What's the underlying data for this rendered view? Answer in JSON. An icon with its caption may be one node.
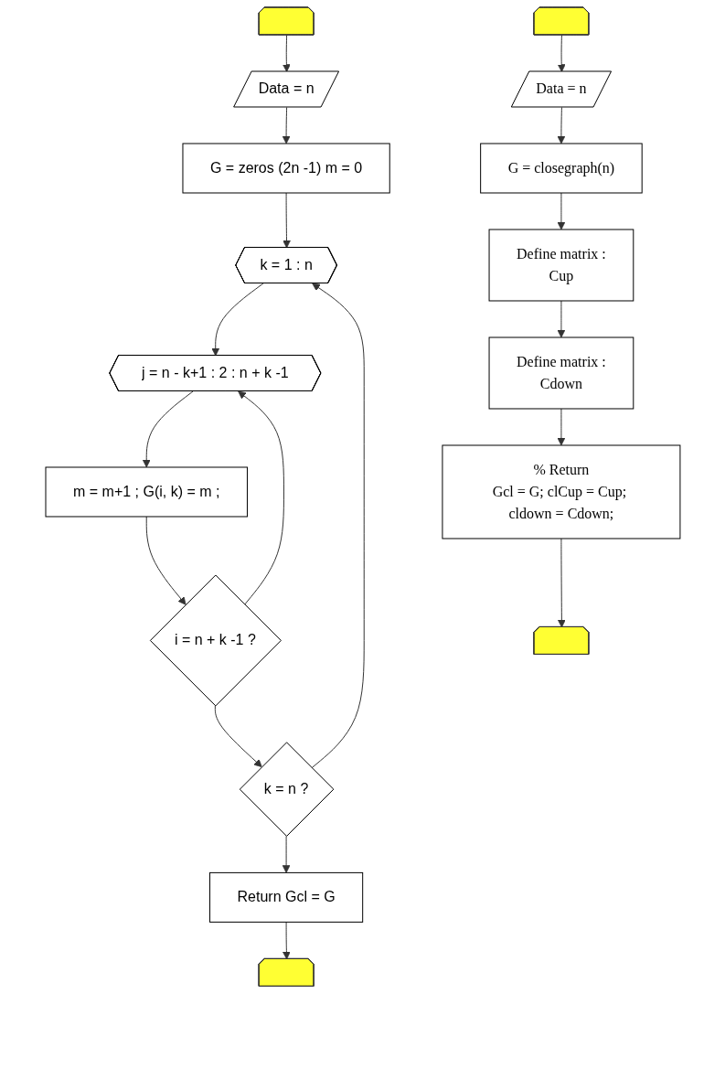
{
  "diagram": {
    "nodes": [
      {
        "text": [],
        "shape": "pentagon"
      },
      {
        "text": [
          "Data = n"
        ]
      },
      {
        "text": [
          "G = zeros (2n -1) m = 0"
        ]
      },
      {
        "text": [
          "k = 1 : n"
        ]
      },
      {
        "text": [
          "j = n - k+1 :  2 : n + k -1"
        ]
      },
      {
        "text": [
          "m = m+1 ; G(i, k) = m ;"
        ]
      },
      {
        "text": [
          "i = n + k -1  ?"
        ]
      },
      {
        "text": [
          "k = n  ?"
        ]
      },
      {
        "text": [
          "Return Gcl = G"
        ]
      },
      {
        "text": [],
        "shape": "pentagon"
      },
      {
        "text": [],
        "shape": "pentagon"
      },
      {
        "text": [
          "Data = n"
        ]
      },
      {
        "text": [
          "G = closegraph(n)"
        ]
      },
      {
        "text": [
          "Define matrix :",
          "Cup"
        ]
      },
      {
        "text": [
          "Define matrix :",
          "Cdown"
        ]
      },
      {
        "text": [
          "% Return",
          "Gcl = G; clCup = Cup; cldown = Cdown;"
        ]
      },
      {
        "text": [],
        "shape": "pentagon"
      }
    ],
    "edges": [
      {
        "from": 0,
        "to": 1,
        "arrow": "to"
      },
      {
        "from": 1,
        "to": 2,
        "arrow": "to"
      },
      {
        "from": 2,
        "to": 3,
        "arrow": "to"
      },
      {
        "from": 3,
        "to": 4,
        "arrow": "to"
      },
      {
        "from": 4,
        "to": 5,
        "arrow": "to"
      },
      {
        "from": 5,
        "to": 6,
        "arrow": "to"
      },
      {
        "from": 6,
        "to": 4,
        "arrow": "to"
      },
      {
        "from": 6,
        "to": 7,
        "arrow": "to"
      },
      {
        "from": 7,
        "to": 3,
        "arrow": "to"
      },
      {
        "from": 7,
        "to": 8,
        "arrow": "to"
      },
      {
        "from": 8,
        "to": 9,
        "arrow": "to"
      },
      {
        "from": 10,
        "to": 11,
        "arrow": "to"
      },
      {
        "from": 11,
        "to": 12,
        "arrow": "to"
      },
      {
        "from": 12,
        "to": 13,
        "arrow": "to"
      },
      {
        "from": 13,
        "to": 14,
        "arrow": "to"
      },
      {
        "from": 14,
        "to": 15,
        "arrow": "to"
      },
      {
        "from": 15,
        "to": 16,
        "arrow": "to"
      }
    ]
  }
}
